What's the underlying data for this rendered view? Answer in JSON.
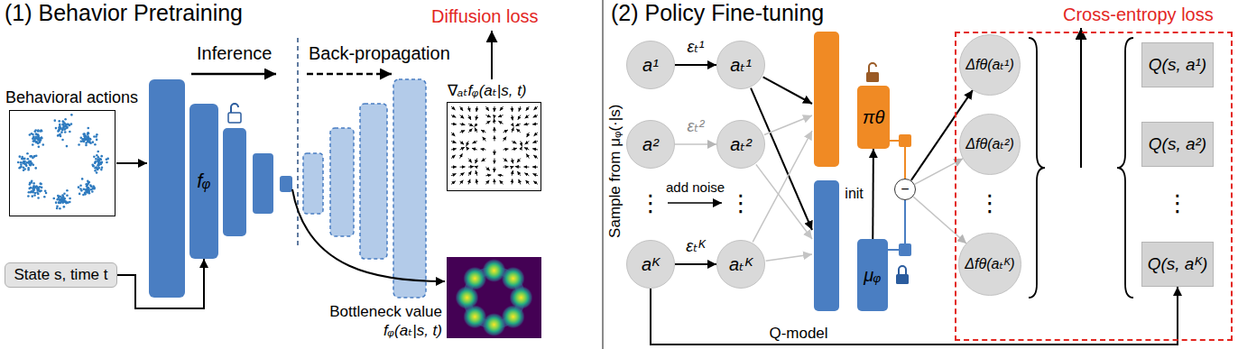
{
  "diagram": {
    "nodes": [
      {
        "text": [
          "Behavioral actions"
        ]
      },
      {
        "text": [
          "fᵩ"
        ]
      },
      {
        "text": [
          "State s, time t"
        ]
      },
      {
        "text": [
          "∇ₐₜfᵩ(aₜ|s, t)"
        ]
      },
      {
        "text": [
          "a¹"
        ]
      },
      {
        "text": [
          "a²"
        ]
      },
      {
        "text": [
          "aᴷ"
        ]
      },
      {
        "text": [
          "aₜ¹"
        ]
      },
      {
        "text": [
          "aₜ²"
        ]
      },
      {
        "text": [
          "aₜᴷ"
        ]
      },
      {
        "text": [
          "πθ"
        ]
      },
      {
        "text": [
          "μᵩ"
        ]
      },
      {
        "text": [
          "−"
        ]
      },
      {
        "text": [
          "Cross-entropy loss"
        ]
      },
      {
        "text": [
          "Δfθ(aₜ¹)"
        ],
        "in": 13
      },
      {
        "text": [
          "Δfθ(aₜ²)"
        ],
        "in": 13
      },
      {
        "text": [
          "Δfθ(aₜᴷ)"
        ],
        "in": 13
      },
      {
        "text": [
          "Q(s, a¹)"
        ],
        "in": 13
      },
      {
        "text": [
          "Q(s, a²)"
        ],
        "in": 13
      },
      {
        "text": [
          "Q(s, aᴷ)"
        ],
        "in": 13
      }
    ],
    "edges": [
      {
        "from": 2,
        "to": 1,
        "arrow": "to"
      },
      {
        "from": 4,
        "to": 7,
        "label": "εₜ¹",
        "arrow": "to"
      },
      {
        "from": 5,
        "to": 8,
        "label": "εₜ²",
        "arrow": "to"
      },
      {
        "from": 6,
        "to": 9,
        "label": "εₜᴷ",
        "arrow": "to"
      },
      {
        "from": 6,
        "to": 19,
        "label": "Q-model",
        "arrow": "to"
      },
      {
        "from": 11,
        "to": 10,
        "label": "init",
        "arrow": "to"
      },
      {
        "from": 12,
        "to": 14,
        "arrow": "to"
      },
      {
        "from": 12,
        "to": 15,
        "arrow": "to"
      },
      {
        "from": 12,
        "to": 16,
        "arrow": "to"
      }
    ],
    "labels": [
      "(1) Behavior Pretraining",
      "Inference",
      "Back-propagation",
      "Diffusion loss",
      "Bottleneck value",
      "fᵩ(aₜ|s, t)",
      "(2) Policy Fine-tuning",
      "Sample from μᵩ(·|s)",
      "⋮",
      "add noise",
      "⋮",
      "⋮",
      "⋮"
    ]
  }
}
